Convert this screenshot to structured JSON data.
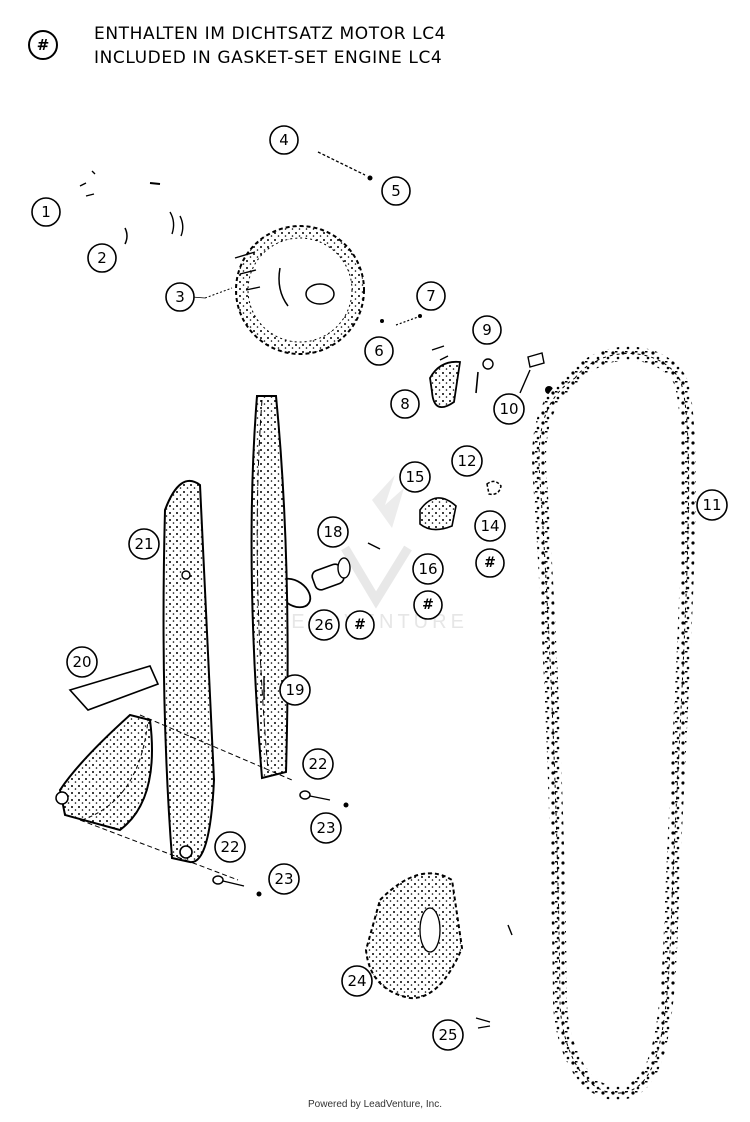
{
  "legend": {
    "symbol": "#",
    "line_de": "ENTHALTEN IM DICHTSATZ MOTOR LC4",
    "line_en": "INCLUDED IN GASKET-SET ENGINE LC4"
  },
  "callouts": {
    "c1": "1",
    "c2": "2",
    "c3": "3",
    "c4": "4",
    "c5": "5",
    "c6": "6",
    "c7": "7",
    "c8": "8",
    "c9": "9",
    "c10": "10",
    "c11": "11",
    "c12": "12",
    "c14": "14",
    "c15": "15",
    "c16": "16",
    "c18": "18",
    "c19": "19",
    "c20": "20",
    "c21": "21",
    "c22a": "22",
    "c22b": "22",
    "c23a": "23",
    "c23b": "23",
    "c24": "24",
    "c25": "25",
    "c26": "26",
    "hash1": "#",
    "hash2": "#",
    "hash3": "#"
  },
  "watermark": "LEADVENTURE",
  "footer": "Powered by LeadVenture, Inc."
}
